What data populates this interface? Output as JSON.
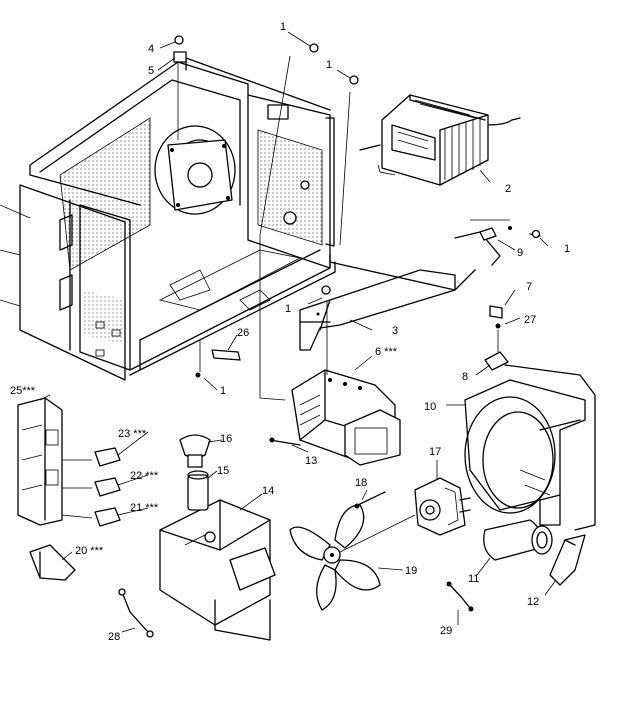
{
  "callouts": [
    {
      "id": "c1a",
      "text": "1"
    },
    {
      "id": "c1b",
      "text": "1"
    },
    {
      "id": "c1c",
      "text": "1"
    },
    {
      "id": "c1d",
      "text": "1"
    },
    {
      "id": "c1e",
      "text": "1"
    },
    {
      "id": "c2",
      "text": "2"
    },
    {
      "id": "c3",
      "text": "3"
    },
    {
      "id": "c4",
      "text": "4"
    },
    {
      "id": "c5",
      "text": "5"
    },
    {
      "id": "c6",
      "text": "6 ***"
    },
    {
      "id": "c7",
      "text": "7"
    },
    {
      "id": "c8",
      "text": "8"
    },
    {
      "id": "c9",
      "text": "9"
    },
    {
      "id": "c10",
      "text": "10"
    },
    {
      "id": "c11",
      "text": "11"
    },
    {
      "id": "c12",
      "text": "12"
    },
    {
      "id": "c13",
      "text": "13"
    },
    {
      "id": "c14",
      "text": "14"
    },
    {
      "id": "c15",
      "text": "15"
    },
    {
      "id": "c16",
      "text": "16"
    },
    {
      "id": "c17",
      "text": "17"
    },
    {
      "id": "c18",
      "text": "18"
    },
    {
      "id": "c19",
      "text": "19"
    },
    {
      "id": "c20",
      "text": "20 ***"
    },
    {
      "id": "c21",
      "text": "21 ***"
    },
    {
      "id": "c22",
      "text": "22 ***"
    },
    {
      "id": "c23",
      "text": "23 ***"
    },
    {
      "id": "c25",
      "text": "25***"
    },
    {
      "id": "c26",
      "text": "26"
    },
    {
      "id": "c27",
      "text": "27"
    },
    {
      "id": "c28",
      "text": "28"
    },
    {
      "id": "c29",
      "text": "29"
    }
  ]
}
